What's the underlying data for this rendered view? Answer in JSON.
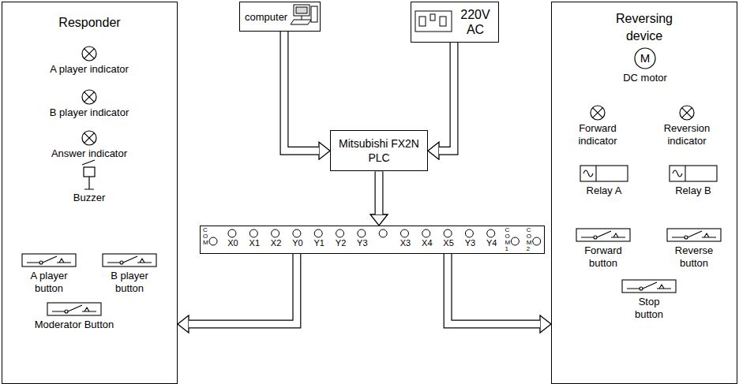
{
  "diagram": {
    "nodes": [
      {
        "text": [
          "Responder"
        ]
      },
      {
        "text": [
          "computer"
        ]
      },
      {
        "text": [
          "220V AC"
        ]
      },
      {
        "text": [
          "Mitsubishi FX2N PLC"
        ]
      },
      {
        "text": [
          "C O M",
          "X0",
          "X1",
          "X2",
          "Y0",
          "Y1",
          "Y2",
          "Y3",
          "X3",
          "X4",
          "X5",
          "Y3",
          "Y4",
          "C O M 1",
          "C O M 2"
        ]
      },
      {
        "text": [
          "Reversing device"
        ]
      },
      {
        "text": [
          "M",
          "DC motor"
        ],
        "in": 5
      }
    ],
    "edges": [
      {
        "from": 1,
        "to": 3,
        "arrow": "to"
      },
      {
        "from": 2,
        "to": 3,
        "arrow": "to"
      },
      {
        "from": 3,
        "to": 4,
        "arrow": "to"
      },
      {
        "from": 4,
        "to": 0,
        "arrow": "to"
      },
      {
        "from": 4,
        "to": 5,
        "arrow": "to"
      }
    ],
    "labels": [
      "A player indicator",
      "B player indicator",
      "Answer indicator",
      "Buzzer",
      "A player button",
      "B player button",
      "Moderator Button",
      "Forward indicator",
      "Reversion indicator",
      "Relay A",
      "Relay B",
      "Forward button",
      "Reverse button",
      "Stop button"
    ]
  }
}
